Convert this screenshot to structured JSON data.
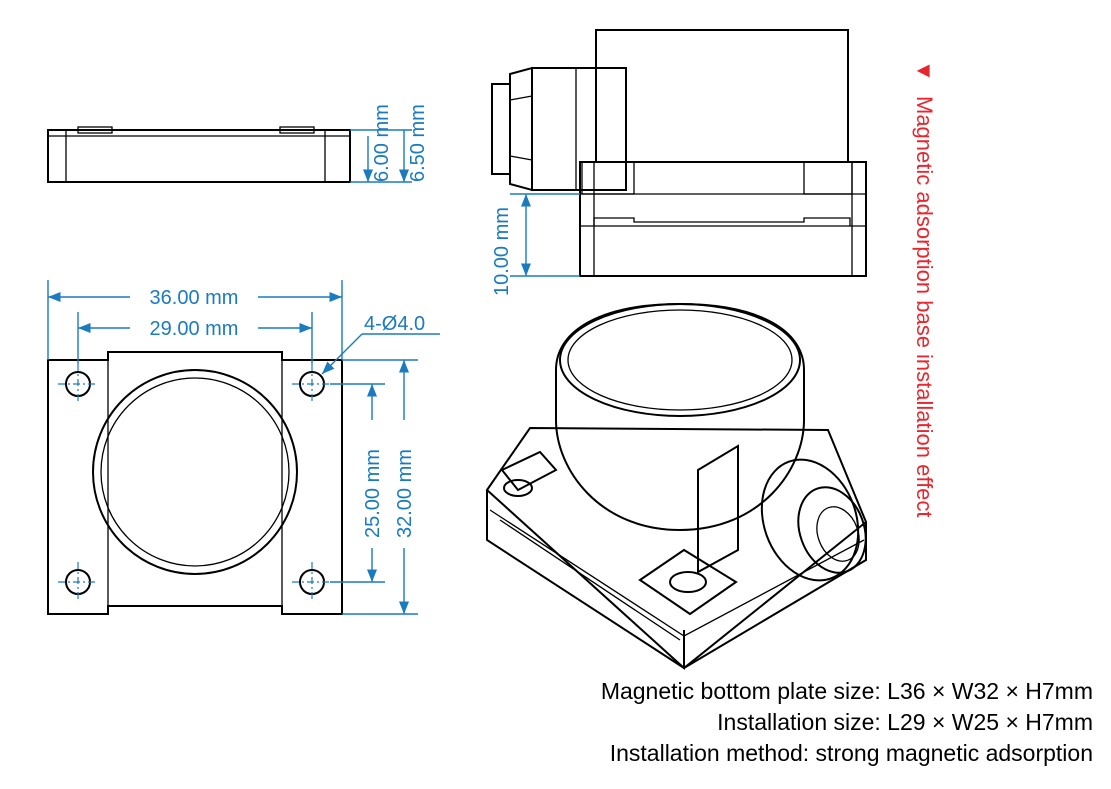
{
  "dimensions": {
    "top_view_thickness_a": "6.00 mm",
    "top_view_thickness_b": "6.50 mm",
    "side_height": "10.00 mm",
    "outer_length": "36.00 mm",
    "hole_spacing_length": "29.00 mm",
    "hole_callout": "4-Ø4.0",
    "hole_spacing_width": "25.00 mm",
    "outer_width": "32.00 mm"
  },
  "caption": {
    "marker": "▼",
    "text": "Magnetic adsorption base installation effect"
  },
  "specs": {
    "plate_size": "Magnetic bottom plate size: L36 × W32 × H7mm",
    "install_size": "Installation size: L29 × W25 × H7mm",
    "install_method": "Installation method: strong magnetic adsorption"
  },
  "colors": {
    "dimension": "#1a7bbf",
    "caption": "#e8262e",
    "outline": "#000000"
  }
}
